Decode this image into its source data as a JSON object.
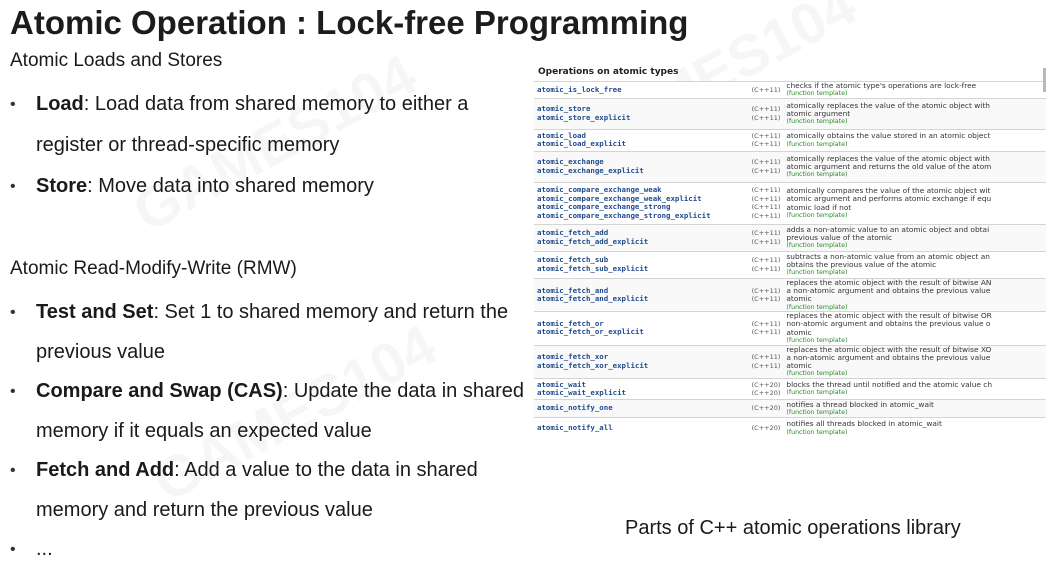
{
  "slide": {
    "title": "Atomic Operation : Lock-free Programming",
    "bullet": "•",
    "loads_heading": "Atomic Loads and Stores",
    "loads_items": [
      {
        "term": "Load",
        "text": ": Load data from shared memory to either a register or thread-specific memory"
      },
      {
        "term": "Store",
        "text": ": Move data into shared memory"
      }
    ],
    "rmw_heading": "Atomic Read-Modify-Write (RMW)",
    "rmw_items": [
      {
        "term": "Test and Set",
        "text": ": Set 1 to shared memory and return the previous value"
      },
      {
        "term": "Compare and Swap (CAS)",
        "text": ": Update the data in shared memory if it equals an expected value"
      },
      {
        "term": "Fetch and Add",
        "text": ": Add a value to the data in shared memory and return the previous value"
      },
      {
        "term": "",
        "text": "..."
      }
    ],
    "caption": "Parts of C++ atomic operations library",
    "watermark": "GAMES104"
  },
  "reference": {
    "title": "Operations on atomic types",
    "rows": [
      {
        "names": [
          [
            "atomic_is_lock_free",
            "(C++11)"
          ]
        ],
        "desc": [
          "checks if the atomic type's operations are lock-free"
        ],
        "kind": "(function template)"
      },
      {
        "names": [
          [
            "atomic_store",
            "(C++11)"
          ],
          [
            "atomic_store_explicit",
            "(C++11)"
          ]
        ],
        "desc": [
          "atomically replaces the value of the atomic object with",
          "atomic argument"
        ],
        "kind": "(function template)"
      },
      {
        "names": [
          [
            "atomic_load",
            "(C++11)"
          ],
          [
            "atomic_load_explicit",
            "(C++11)"
          ]
        ],
        "desc": [
          "atomically obtains the value stored in an atomic object"
        ],
        "kind": "(function template)"
      },
      {
        "names": [
          [
            "atomic_exchange",
            "(C++11)"
          ],
          [
            "atomic_exchange_explicit",
            "(C++11)"
          ]
        ],
        "desc": [
          "atomically replaces the value of the atomic object with",
          "atomic argument and returns the old value of the atom"
        ],
        "kind": "(function template)"
      },
      {
        "names": [
          [
            "atomic_compare_exchange_weak",
            "(C++11)"
          ],
          [
            "atomic_compare_exchange_weak_explicit",
            "(C++11)"
          ],
          [
            "atomic_compare_exchange_strong",
            "(C++11)"
          ],
          [
            "atomic_compare_exchange_strong_explicit",
            "(C++11)"
          ]
        ],
        "desc": [
          "atomically compares the value of the atomic object wit",
          "atomic argument and performs atomic exchange if equ",
          "atomic load if not"
        ],
        "kind": "(function template)"
      },
      {
        "names": [
          [
            "atomic_fetch_add",
            "(C++11)"
          ],
          [
            "atomic_fetch_add_explicit",
            "(C++11)"
          ]
        ],
        "desc": [
          "adds a non-atomic value to an atomic object and obtai",
          "previous value of the atomic"
        ],
        "kind": "(function template)"
      },
      {
        "names": [
          [
            "atomic_fetch_sub",
            "(C++11)"
          ],
          [
            "atomic_fetch_sub_explicit",
            "(C++11)"
          ]
        ],
        "desc": [
          "subtracts a non-atomic value from an atomic object an",
          "obtains the previous value of the atomic"
        ],
        "kind": "(function template)"
      },
      {
        "names": [
          [
            "atomic_fetch_and",
            "(C++11)"
          ],
          [
            "atomic_fetch_and_explicit",
            "(C++11)"
          ]
        ],
        "desc": [
          "replaces the atomic object with the result of bitwise AN",
          "a non-atomic argument and obtains the previous value",
          "atomic"
        ],
        "kind": "(function template)"
      },
      {
        "names": [
          [
            "atomic_fetch_or",
            "(C++11)"
          ],
          [
            "atomic_fetch_or_explicit",
            "(C++11)"
          ]
        ],
        "desc": [
          "replaces the atomic object with the result of bitwise OR",
          "non-atomic argument and obtains the previous value o",
          "atomic"
        ],
        "kind": "(function template)"
      },
      {
        "names": [
          [
            "atomic_fetch_xor",
            "(C++11)"
          ],
          [
            "atomic_fetch_xor_explicit",
            "(C++11)"
          ]
        ],
        "desc": [
          "replaces the atomic object with the result of bitwise XO",
          "a non-atomic argument and obtains the previous value",
          "atomic"
        ],
        "kind": "(function template)"
      },
      {
        "names": [
          [
            "atomic_wait",
            "(C++20)"
          ],
          [
            "atomic_wait_explicit",
            "(C++20)"
          ]
        ],
        "desc": [
          "blocks the thread until notified and the atomic value ch"
        ],
        "kind": "(function template)"
      },
      {
        "names": [
          [
            "atomic_notify_one",
            "(C++20)"
          ]
        ],
        "desc": [
          "notifies a thread blocked in atomic_wait"
        ],
        "kind": "(function template)"
      },
      {
        "names": [
          [
            "atomic_notify_all",
            "(C++20)"
          ]
        ],
        "desc": [
          "notifies all threads blocked in atomic_wait"
        ],
        "kind": "(function template)"
      }
    ]
  }
}
